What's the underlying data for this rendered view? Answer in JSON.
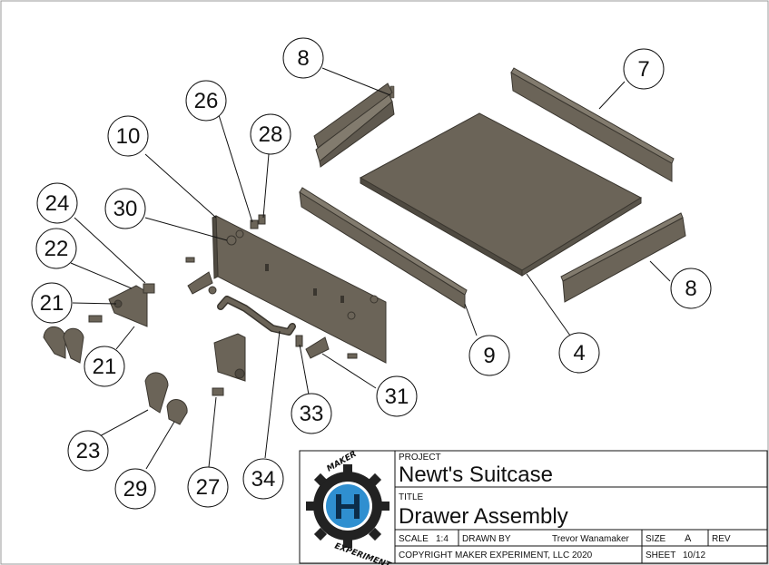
{
  "balloons": [
    {
      "id": "b8-top",
      "label": "8"
    },
    {
      "id": "b7",
      "label": "7"
    },
    {
      "id": "b26",
      "label": "26"
    },
    {
      "id": "b28",
      "label": "28"
    },
    {
      "id": "b10",
      "label": "10"
    },
    {
      "id": "b30",
      "label": "30"
    },
    {
      "id": "b24",
      "label": "24"
    },
    {
      "id": "b22",
      "label": "22"
    },
    {
      "id": "b21-a",
      "label": "21"
    },
    {
      "id": "b21-b",
      "label": "21"
    },
    {
      "id": "b9",
      "label": "9"
    },
    {
      "id": "b4",
      "label": "4"
    },
    {
      "id": "b8-right",
      "label": "8"
    },
    {
      "id": "b31",
      "label": "31"
    },
    {
      "id": "b33",
      "label": "33"
    },
    {
      "id": "b23",
      "label": "23"
    },
    {
      "id": "b29",
      "label": "29"
    },
    {
      "id": "b27",
      "label": "27"
    },
    {
      "id": "b34",
      "label": "34"
    }
  ],
  "title_block": {
    "project_label": "PROJECT",
    "project": "Newt's Suitcase",
    "title_label": "TITLE",
    "title": "Drawer Assembly",
    "scale_label": "SCALE",
    "scale": "1:4",
    "drawn_by_label": "DRAWN BY",
    "drawn_by": "Trevor Wanamaker",
    "size_label": "SIZE",
    "size": "A",
    "rev_label": "REV",
    "copyright": "COPYRIGHT MAKER EXPERIMENT, LLC 2020",
    "sheet_label": "SHEET",
    "sheet": "10/12"
  },
  "logo": {
    "top_word": "MAKER",
    "bottom_word": "EXPERIMENT",
    "gear_color": "#222222",
    "accent_color": "#2f8fd0"
  },
  "colors": {
    "part_face": "#6b6458",
    "part_edge": "#3a362f",
    "part_top": "#827b6e"
  }
}
